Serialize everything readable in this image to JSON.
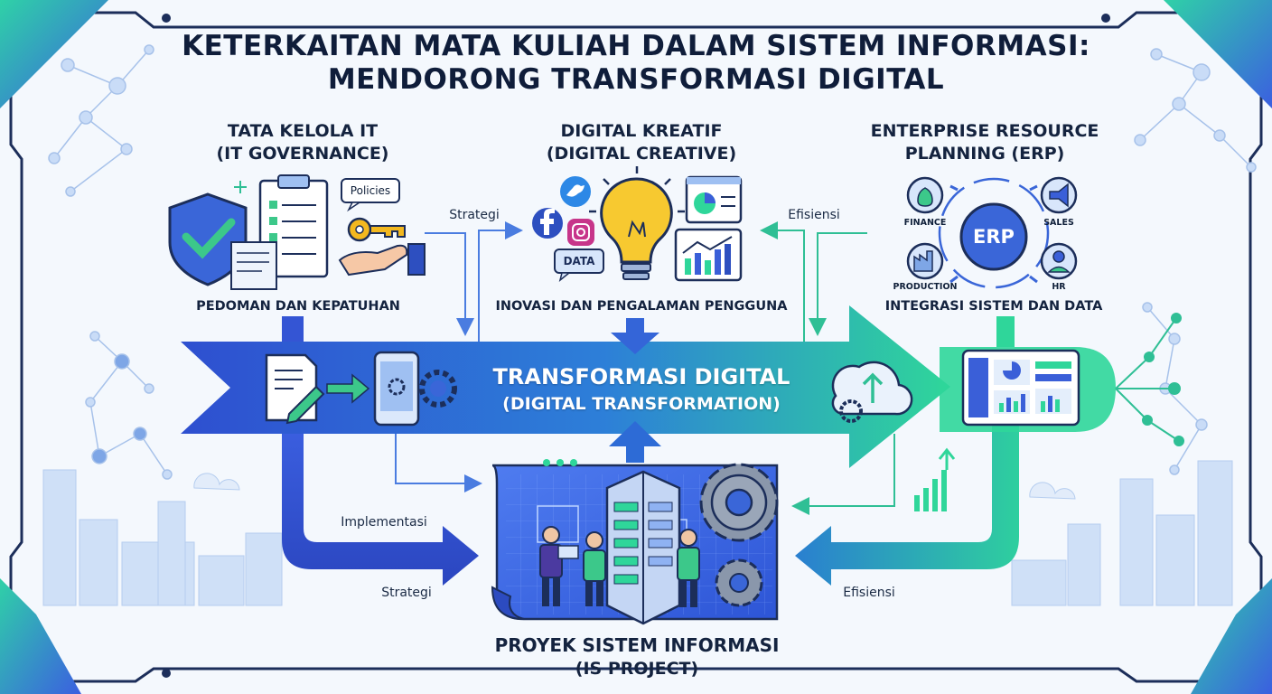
{
  "title": {
    "line1": "KETERKAITAN MATA KULIAH DALAM SISTEM INFORMASI:",
    "line2": "MENDORONG TRANSFORMASI DIGITAL"
  },
  "governance": {
    "title": "TATA KELOLA IT",
    "subtitle": "(IT GOVERNANCE)",
    "badge": "Policies",
    "caption": "PEDOMAN DAN KEPATUHAN"
  },
  "creative": {
    "title": "DIGITAL KREATIF",
    "subtitle": "(DIGITAL CREATIVE)",
    "data_label": "DATA",
    "caption": "INOVASI DAN PENGALAMAN PENGGUNA"
  },
  "erp": {
    "title": "ENTERPRISE RESOURCE",
    "subtitle": "PLANNING (ERP)",
    "hub": "ERP",
    "finance": "FINANCE",
    "sales": "SALES",
    "production": "PRODUCTION",
    "hr": "HR",
    "caption": "INTEGRASI SISTEM DAN DATA"
  },
  "transformation": {
    "title": "TRANSFORMASI DIGITAL",
    "subtitle": "(DIGITAL TRANSFORMATION)"
  },
  "project": {
    "title": "PROYEK SISTEM INFORMASI",
    "subtitle": "(IS PROJECT)"
  },
  "flows": {
    "strategi_top": "Strategi",
    "efisiensi_top": "Efisiensi",
    "implementasi": "Implementasi",
    "strategi_bottom": "Strategi",
    "efisiensi_bottom": "Efisiensi"
  },
  "colors": {
    "band_start": "#2e55d4",
    "band_end": "#2fd69a",
    "dark_navy": "#0f1d3a",
    "accent_teal": "#22c8a4"
  }
}
